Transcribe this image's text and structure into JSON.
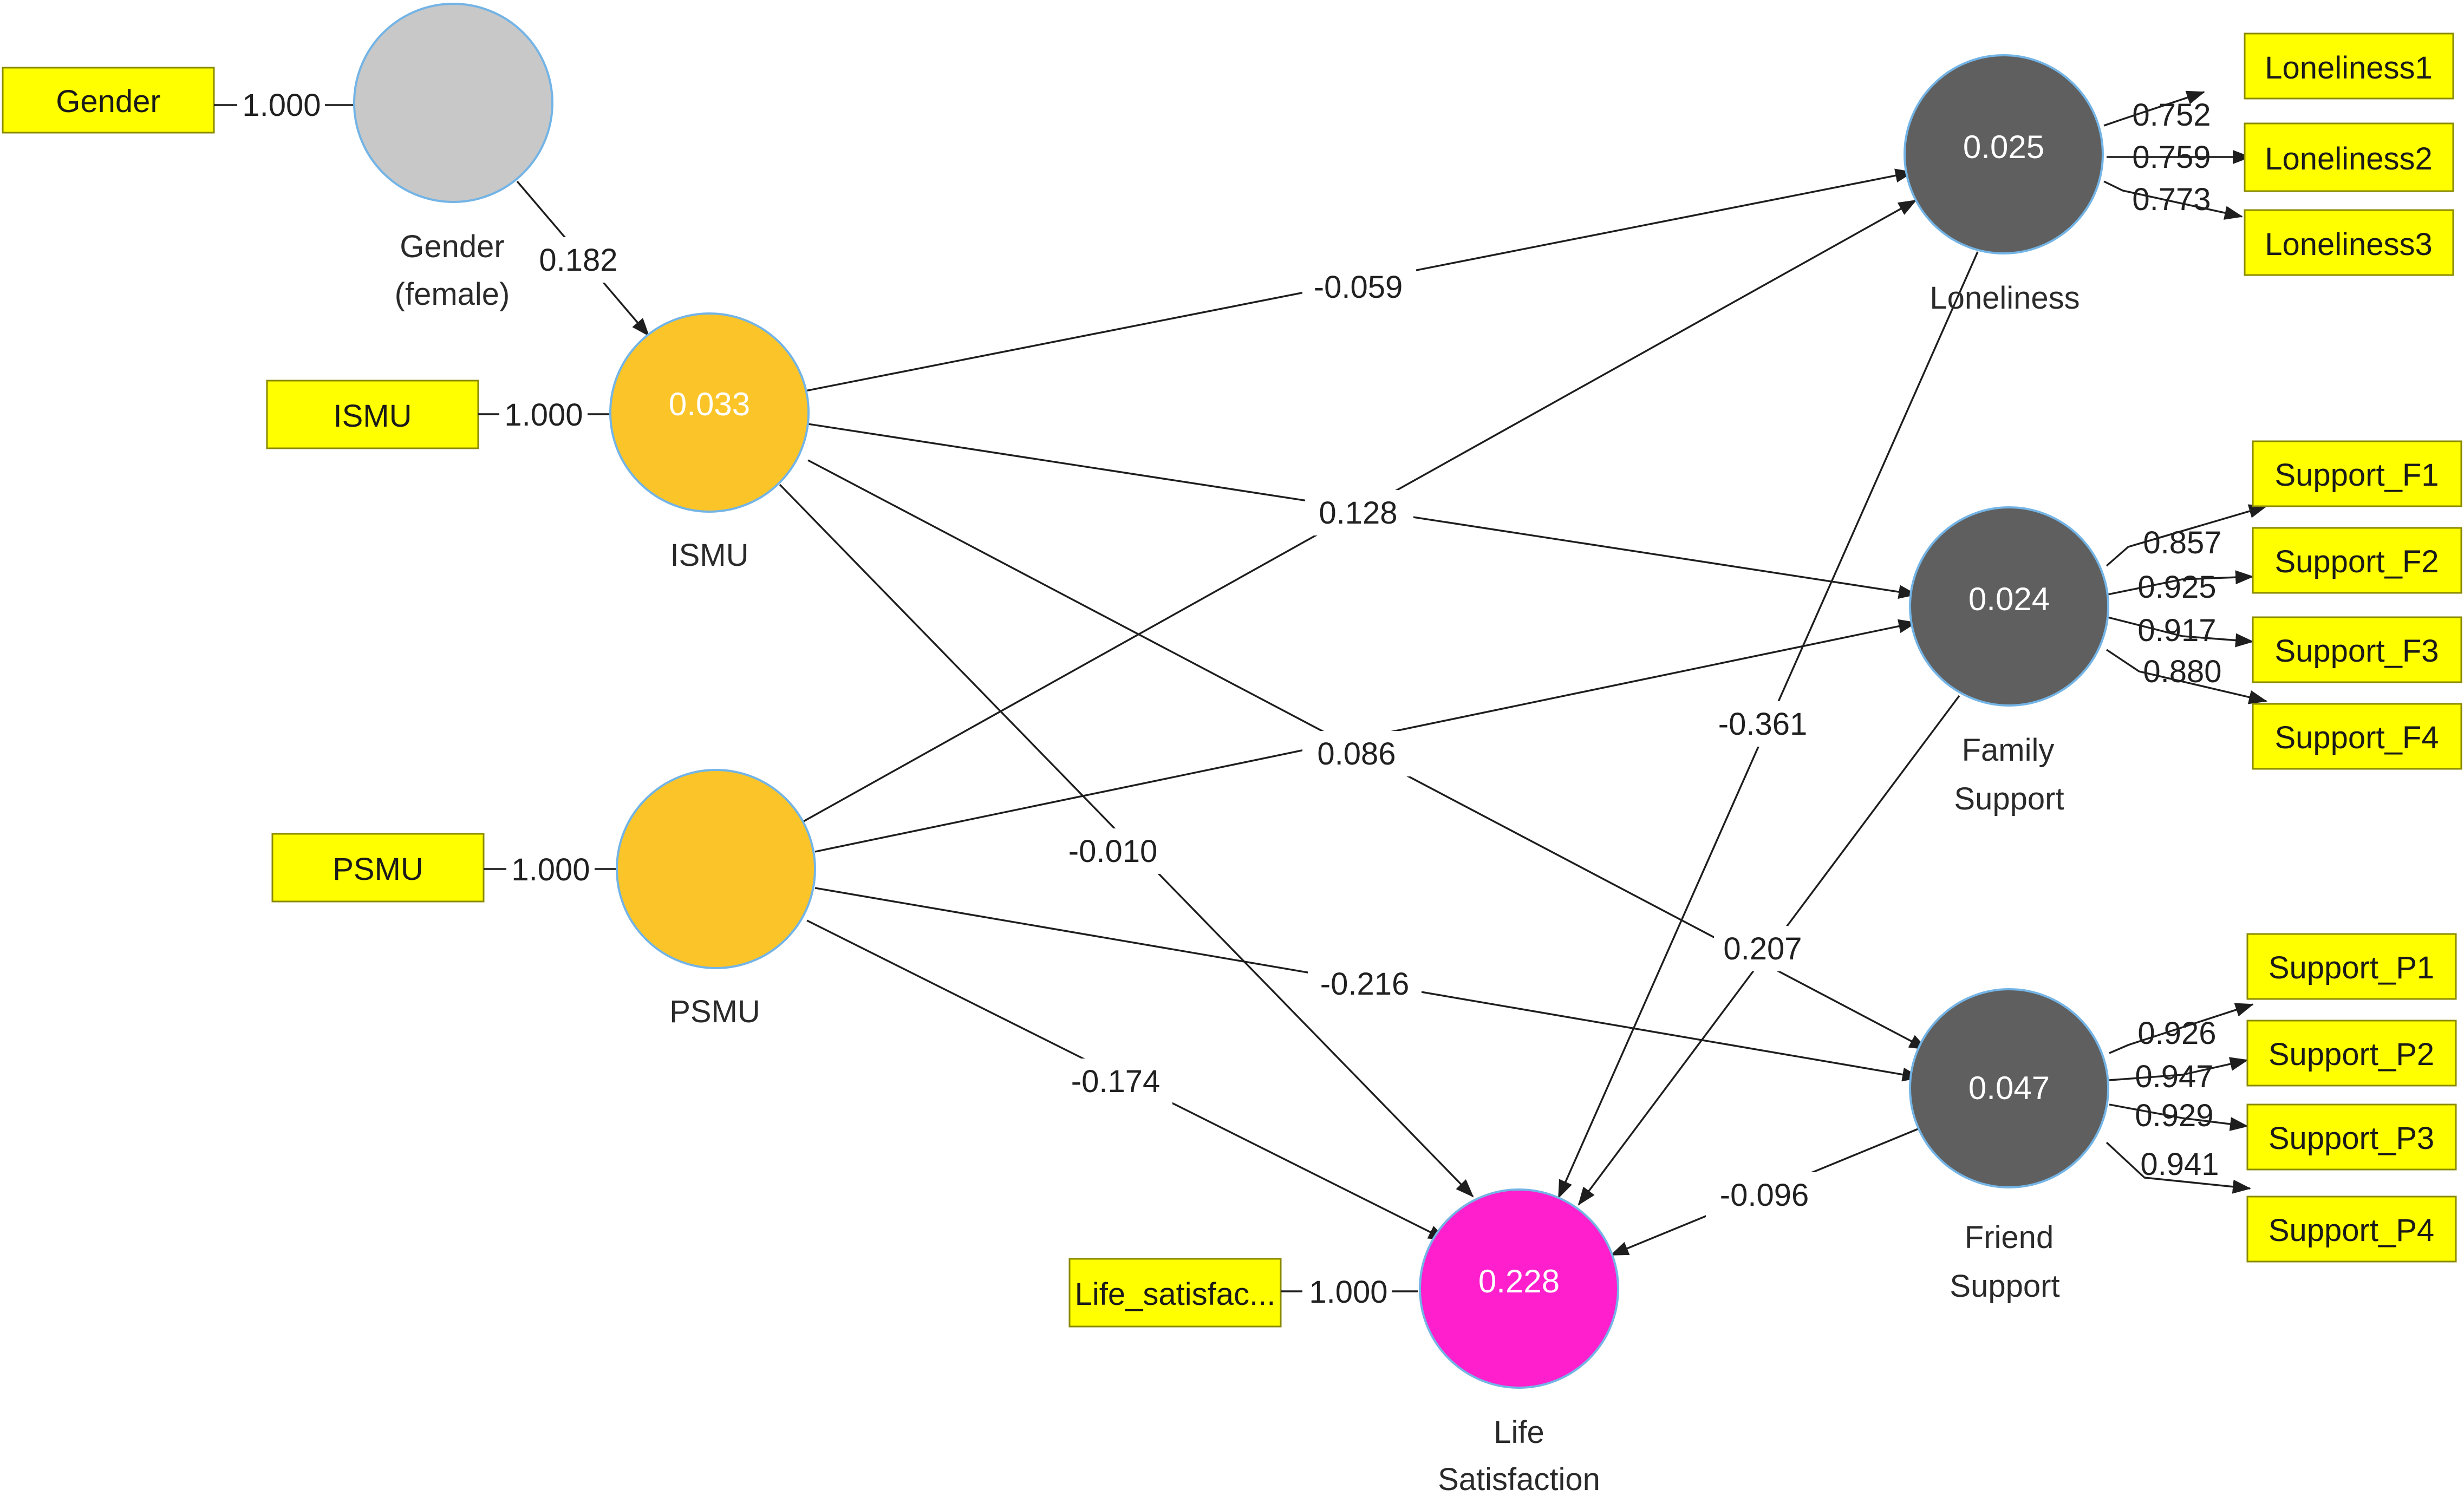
{
  "colors": {
    "indicator_fill": "#ffff00",
    "indicator_border": "#8a8a00",
    "control_construct": "#c8c8c8",
    "exogenous_construct": "#fbc52a",
    "mediator_construct": "#5f5f5f",
    "outcome_construct": "#ff1fcc",
    "construct_border": "#73b4e6",
    "path_line": "#1e1e1e"
  },
  "constructs": {
    "gender": {
      "label_1": "Gender",
      "label_2": "(female)",
      "r2": ""
    },
    "ismu": {
      "label_1": "ISMU",
      "label_2": "",
      "r2": "0.033"
    },
    "psmu": {
      "label_1": "PSMU",
      "label_2": "",
      "r2": ""
    },
    "loneliness": {
      "label_1": "Loneliness",
      "label_2": "",
      "r2": "0.025"
    },
    "family": {
      "label_1": "Family",
      "label_2": "Support",
      "r2": "0.024"
    },
    "friend": {
      "label_1": "Friend",
      "label_2": "Support",
      "r2": "0.047"
    },
    "life": {
      "label_1": "Life",
      "label_2": "Satisfaction",
      "r2": "0.228"
    }
  },
  "indicators": {
    "gender": {
      "label": "Gender",
      "loading": "1.000"
    },
    "ismu": {
      "label": "ISMU",
      "loading": "1.000"
    },
    "psmu": {
      "label": "PSMU",
      "loading": "1.000"
    },
    "life": {
      "label": "Life_satisfac...",
      "loading": "1.000"
    },
    "loneliness": [
      {
        "label": "Loneliness1",
        "loading": "0.752"
      },
      {
        "label": "Loneliness2",
        "loading": "0.759"
      },
      {
        "label": "Loneliness3",
        "loading": "0.773"
      }
    ],
    "family": [
      {
        "label": "Support_F1",
        "loading": "0.857"
      },
      {
        "label": "Support_F2",
        "loading": "0.925"
      },
      {
        "label": "Support_F3",
        "loading": "0.917"
      },
      {
        "label": "Support_F4",
        "loading": "0.880"
      }
    ],
    "friend": [
      {
        "label": "Support_P1",
        "loading": "0.926"
      },
      {
        "label": "Support_P2",
        "loading": "0.947"
      },
      {
        "label": "Support_P3",
        "loading": "0.929"
      },
      {
        "label": "Support_P4",
        "loading": "0.941"
      }
    ]
  },
  "paths": {
    "gender_ismu": "0.182",
    "ismu_loneliness": "-0.059",
    "psmu_loneliness": "0.128",
    "ismu_family": "0.086",
    "psmu_family": "",
    "ismu_friend": "0.207",
    "psmu_friend": "-0.216",
    "ismu_life": "-0.010",
    "psmu_life": "-0.174",
    "loneliness_life": "-0.361",
    "family_life": "",
    "friend_life": "-0.096"
  }
}
